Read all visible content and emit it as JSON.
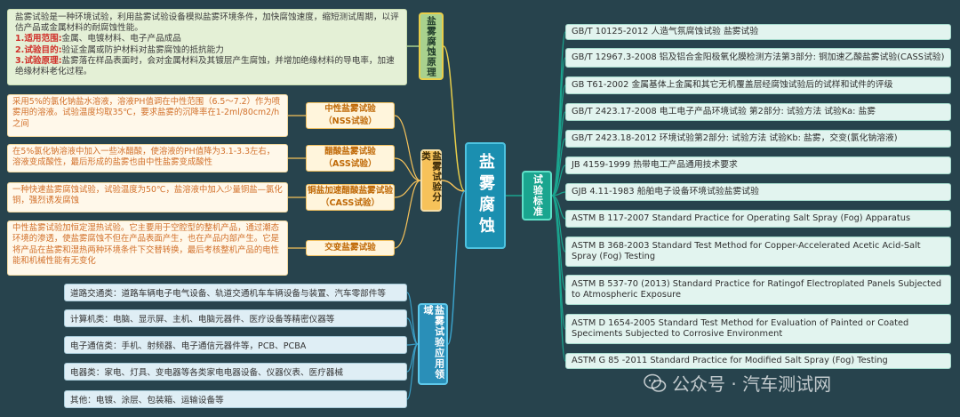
{
  "center": "盐雾腐蚀",
  "principle": {
    "label": "盐雾腐蚀原理",
    "intro": "盐雾试验是一种环境试验，利用盐雾试验设备模拟盐雾环境条件，加快腐蚀速度，缩短测试周期，以评估产品或金属材料的耐腐蚀性能。",
    "items": [
      {
        "key": "1.适用范围:",
        "value": "金属、电镀材料、电子产品成品"
      },
      {
        "key": "2.试验目的:",
        "value": "验证金属或防护材料对盐雾腐蚀的抵抗能力"
      },
      {
        "key": "3.试验原理:",
        "value": "盐雾落在样品表面时，会对金属材料及其镀层产生腐蚀，并增加绝缘材料的导电率，加速绝缘材料老化过程。"
      }
    ]
  },
  "classification": {
    "label": "盐雾试验分类",
    "types": [
      {
        "name": "中性盐雾试验",
        "abbr": "（NSS试验）",
        "desc": "采用5%的氯化钠盐水溶液，溶液PH值调在中性范围（6.5～7.2）作为喷雾用的溶液。试验温度均取35℃，要求盐雾的沉降率在1-2ml/80cm2/h之间"
      },
      {
        "name": "醋酸盐雾试验",
        "abbr": "（ASS试验）",
        "desc": "在5%氯化钠溶液中加入一些冰醋酸，使溶液的PH值降为3.1-3.3左右，溶液变成酸性，最后形成的盐雾也由中性盐雾变成酸性"
      },
      {
        "name": "铜盐加速醋酸盐雾试验",
        "abbr": "（CASS试验）",
        "desc": "一种快速盐雾腐蚀试验，试验温度为50℃，盐溶液中加入少量铜盐—氯化铜，强烈诱发腐蚀"
      },
      {
        "name": "交变盐雾试验",
        "abbr": "",
        "desc": "中性盐雾试验加恒定湿热试验。它主要用于空腔型的整机产品，通过潮态环境的渗透，使盐雾腐蚀不但在产品表面产生，也在产品内部产生。它是将产品在盐雾和湿热两种环境条件下交替转换，最后考核整机产品的电性能和机械性能有无变化"
      }
    ]
  },
  "application": {
    "label": "盐雾试验应用领域",
    "items": [
      "道路交通类：道路车辆电子电气设备、轨道交通机车车辆设备与装置、汽车零部件等",
      "计算机类：电脑、显示屏、主机、电脑元器件、医疗设备等精密仪器等",
      "电子通信类：手机、射频器、电子通信元器件等，PCB、PCBA",
      "电器类：家电、灯具、变电器等各类家电电器设备、仪器仪表、医疗器械",
      "其他：电镀、涂层、包装箱、运输设备等"
    ]
  },
  "standards": {
    "label": "试验标准",
    "items": [
      "GB/T 10125-2012  人造气氛腐蚀试验 盐雾试验",
      "GB/T 12967.3-2008  铝及铝合金阳极氧化膜检测方法第3部分: 铜加速乙酸盐雾试验(CASS试验)",
      "GB T61-2002  金属基体上金属和其它无机覆盖层经腐蚀试验后的试样和试件的评级",
      "GB/T 2423.17-2008  电工电子产品环境试验 第2部分: 试验方法 试验Ka: 盐雾",
      "GB/T 2423.18-2012  环境试验第2部分: 试验方法 试验Kb: 盐雾，交变(氯化钠溶液)",
      "JB 4159-1999  热带电工产品通用技术要求",
      "GJB 4.11-1983  船舶电子设备环境试验盐雾试验",
      "ASTM B 117-2007  Standard Practice for Operating Salt Spray (Fog) Apparatus",
      "ASTM B 368-2003  Standard Test Method for Copper-Accelerated Acetic Acid-Salt Spray (Fog) Testing",
      "ASTM B 537-70 (2013)  Standard Practice for Ratingof Electroplated Panels Subjected to Atmospheric Exposure",
      "ASTM D 1654-2005  Standard Test Method for Evaluation of Painted or Coated Speciments Subjected to Corrosive Environment",
      "ASTM G 85 -2011  Standard Practice for Modified Salt Spray (Fog) Testing"
    ]
  },
  "watermark": "公众号 · 汽车测试网",
  "colors": {
    "background": "#27434d",
    "center": "#1b8fb0",
    "principle": "#a9d18e",
    "classification": "#f6c25a",
    "application": "#2a8fb8",
    "standards": "#1aa58f",
    "highlight": "#d0302a"
  }
}
